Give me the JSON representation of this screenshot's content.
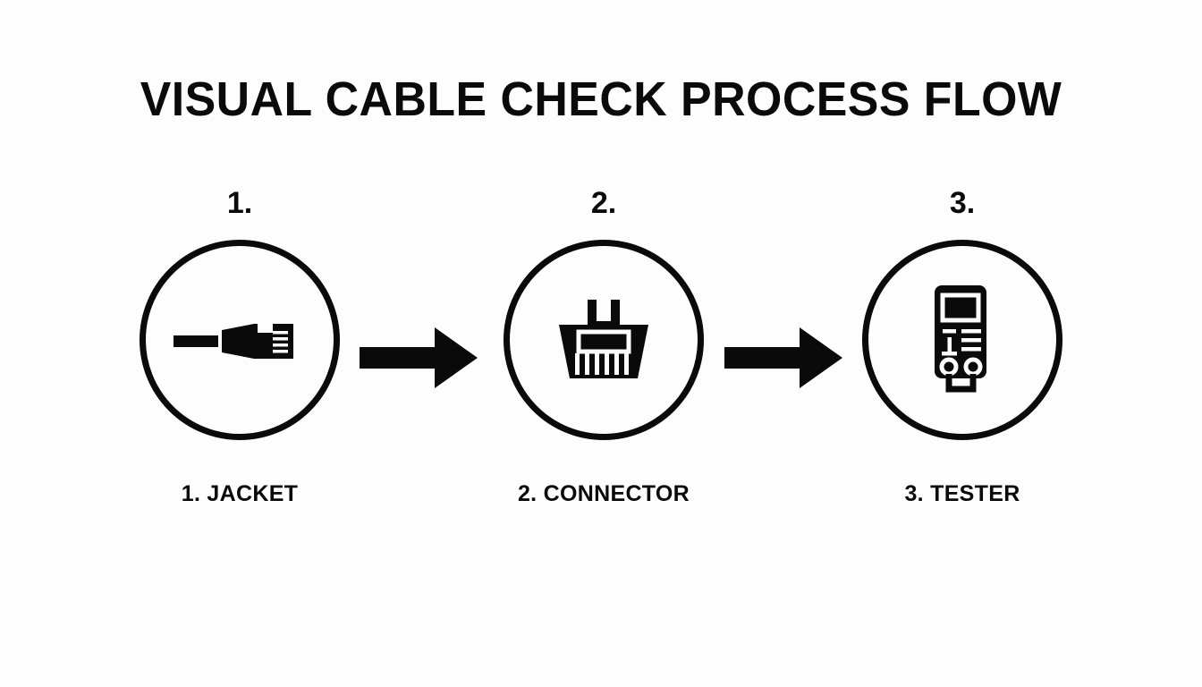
{
  "page": {
    "title": "VISUAL CABLE CHECK PROCESS FLOW",
    "background_color": "#fdfdfd",
    "ink_color": "#0a0a0a"
  },
  "flow": {
    "steps": [
      {
        "number": "1.",
        "label": "1. JACKET",
        "icon": "rj45-cable-plug-icon"
      },
      {
        "number": "2.",
        "label": "2. CONNECTOR",
        "icon": "rj45-connector-jack-icon"
      },
      {
        "number": "3.",
        "label": "3. TESTER",
        "icon": "cable-tester-icon"
      }
    ],
    "connectors": [
      {
        "name": "arrow-step-1-to-2",
        "direction": "right"
      },
      {
        "name": "arrow-step-2-to-3",
        "direction": "right"
      }
    ]
  }
}
